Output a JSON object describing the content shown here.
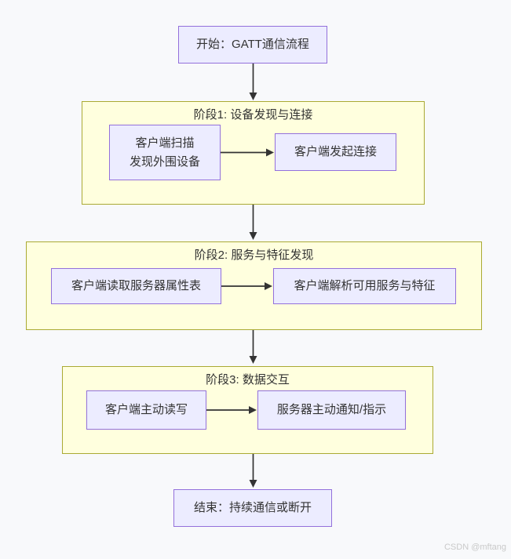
{
  "diagram": {
    "type": "flowchart",
    "direction": "top-down",
    "theme": {
      "node_fill": "#ECECFF",
      "node_border": "#9370DB",
      "group_fill": "#FFFFDE",
      "group_border": "#AAAA33",
      "arrow_color": "#333333",
      "text_color": "#333333",
      "bg_color": "#f8f9fb",
      "watermark_color": "#c9c9c9"
    },
    "nodes": {
      "start": {
        "label": "开始：GATT通信流程"
      },
      "scan": {
        "line1": "客户端扫描",
        "line2": "发现外围设备"
      },
      "connect": {
        "label": "客户端发起连接"
      },
      "read_attr": {
        "label": "客户端读取服务器属性表"
      },
      "parse": {
        "label": "客户端解析可用服务与特征"
      },
      "read_write": {
        "label": "客户端主动读写"
      },
      "notify": {
        "label": "服务器主动通知/指示"
      },
      "end": {
        "label": "结束：持续通信或断开"
      }
    },
    "groups": {
      "stage1": {
        "title": "阶段1: 设备发现与连接"
      },
      "stage2": {
        "title": "阶段2: 服务与特征发现"
      },
      "stage3": {
        "title": "阶段3: 数据交互"
      }
    },
    "edges": [
      {
        "from": "start",
        "to": "stage1"
      },
      {
        "from": "scan",
        "to": "connect"
      },
      {
        "from": "stage1",
        "to": "stage2"
      },
      {
        "from": "read_attr",
        "to": "parse"
      },
      {
        "from": "stage2",
        "to": "stage3"
      },
      {
        "from": "read_write",
        "to": "notify"
      },
      {
        "from": "stage3",
        "to": "end"
      }
    ]
  },
  "watermark": {
    "text": "CSDN @mftang"
  }
}
